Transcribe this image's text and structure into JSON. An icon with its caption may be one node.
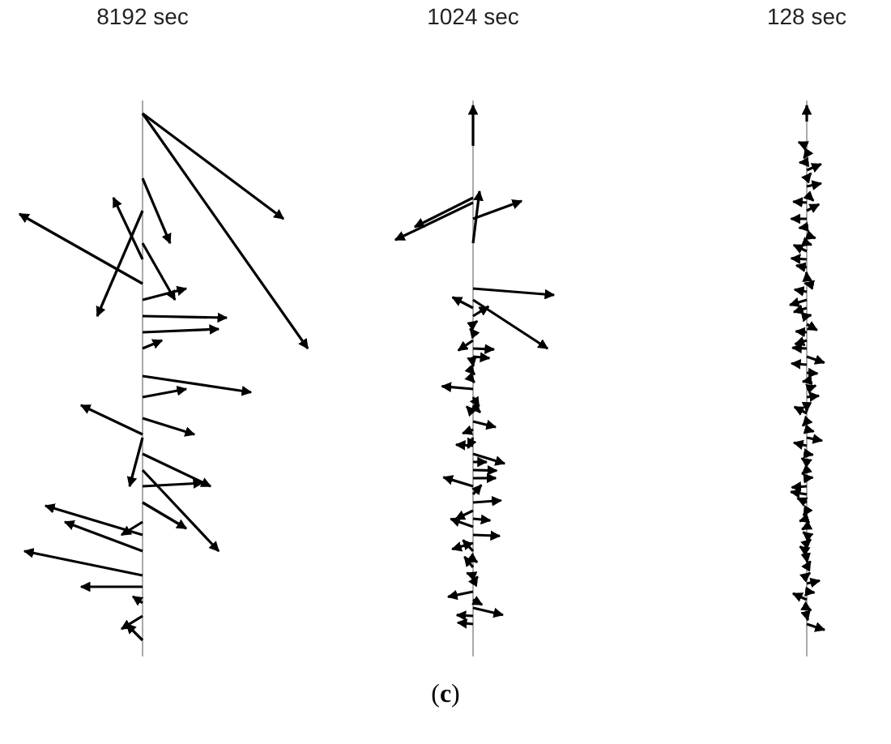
{
  "diagram": {
    "caption": "(**c**)",
    "labels": [
      "8192 sec",
      "1024 sec",
      "128 sec"
    ]
  }
}
